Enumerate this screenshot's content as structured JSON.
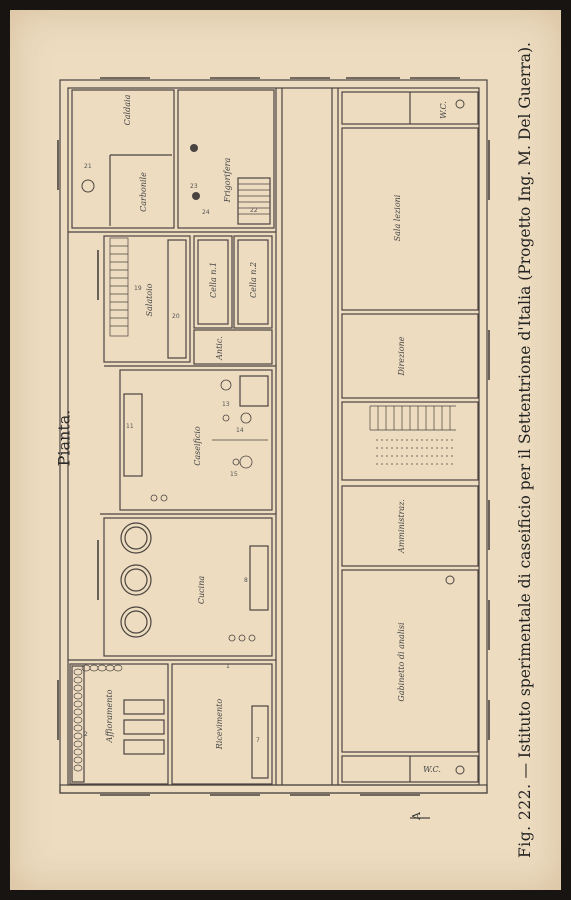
{
  "caption": {
    "figure": "Fig. 222.",
    "text": "— Istituto sperimentale di caseificio per il Settentrione d'Italia (Progetto Ing. M. Del Guerra)."
  },
  "plan_label": "Pianta.",
  "section_mark": "A",
  "rooms": {
    "caldaia": "Caldaia",
    "carbonile": "Carbonile",
    "frigorifera": "Frigorifera",
    "salatoio": "Salatoio",
    "cella1": "Cella n.1",
    "cella2": "Cella n.2",
    "antic": "Antic.",
    "caseificio": "Caseificio",
    "cucina": "Cucina",
    "affioramento": "Affioramento",
    "ricevimento": "Ricevimento",
    "sala": "Sala lezioni",
    "direzione": "Direzione",
    "amministraz": "Amministraz.",
    "gabinetto": "Gabinetto di analisi",
    "wc1": "W.C.",
    "wc2": "W.C."
  },
  "numbers": {
    "n21": "21",
    "n22": "22",
    "n20": "20",
    "n19": "19",
    "n8": "8",
    "n7": "7",
    "n1": "1",
    "n2": "2",
    "n23": "23",
    "n24": "24",
    "n11": "11",
    "n13": "13",
    "n14": "14",
    "n15": "15"
  }
}
